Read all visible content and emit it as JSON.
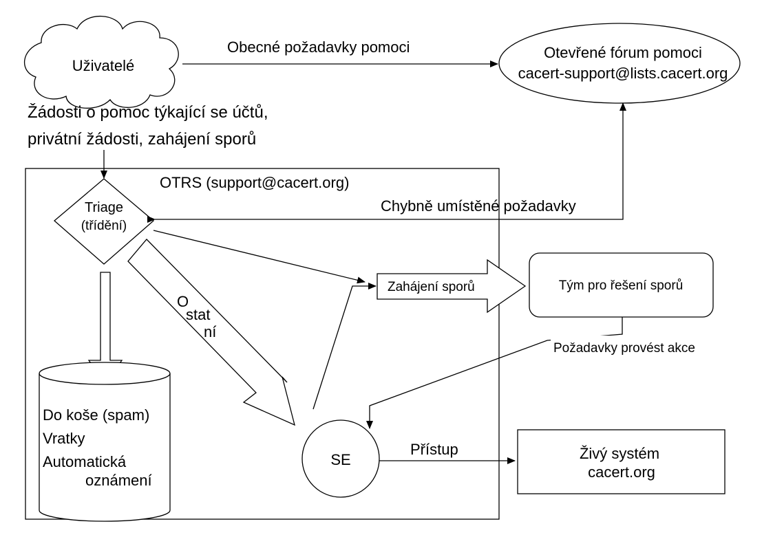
{
  "nodes": {
    "users": "Uživatelé",
    "forum": {
      "title": "Otevřené fórum pomoci",
      "email": "cacert-support@lists.cacert.org"
    },
    "otrs": "OTRS (support@cacert.org)",
    "triage": {
      "line1": "Triage",
      "line2": "(třídění)"
    },
    "trash": {
      "line1": "Do koše (spam)",
      "line2": "Vratky",
      "line3": "Automatická",
      "line4": "oznámení"
    },
    "dispute_team": "Tým pro řešení sporů",
    "se": "SE",
    "live": {
      "title": "Živý systém",
      "domain": "cacert.org"
    }
  },
  "edges": {
    "general_requests": "Obecné požadavky pomoci",
    "account_requests": {
      "line1": "Žádosti o pomoc týkající se účtů,",
      "line2": "privátní žádosti, zahájení sporů"
    },
    "misplaced": "Chybně umístěné požadavky",
    "dispute_start": "Zahájení sporů",
    "other": {
      "line1": "O",
      "line2": "stat",
      "line3": "ní"
    },
    "action_requests": "Požadavky provést akce",
    "access": "Přístup"
  }
}
